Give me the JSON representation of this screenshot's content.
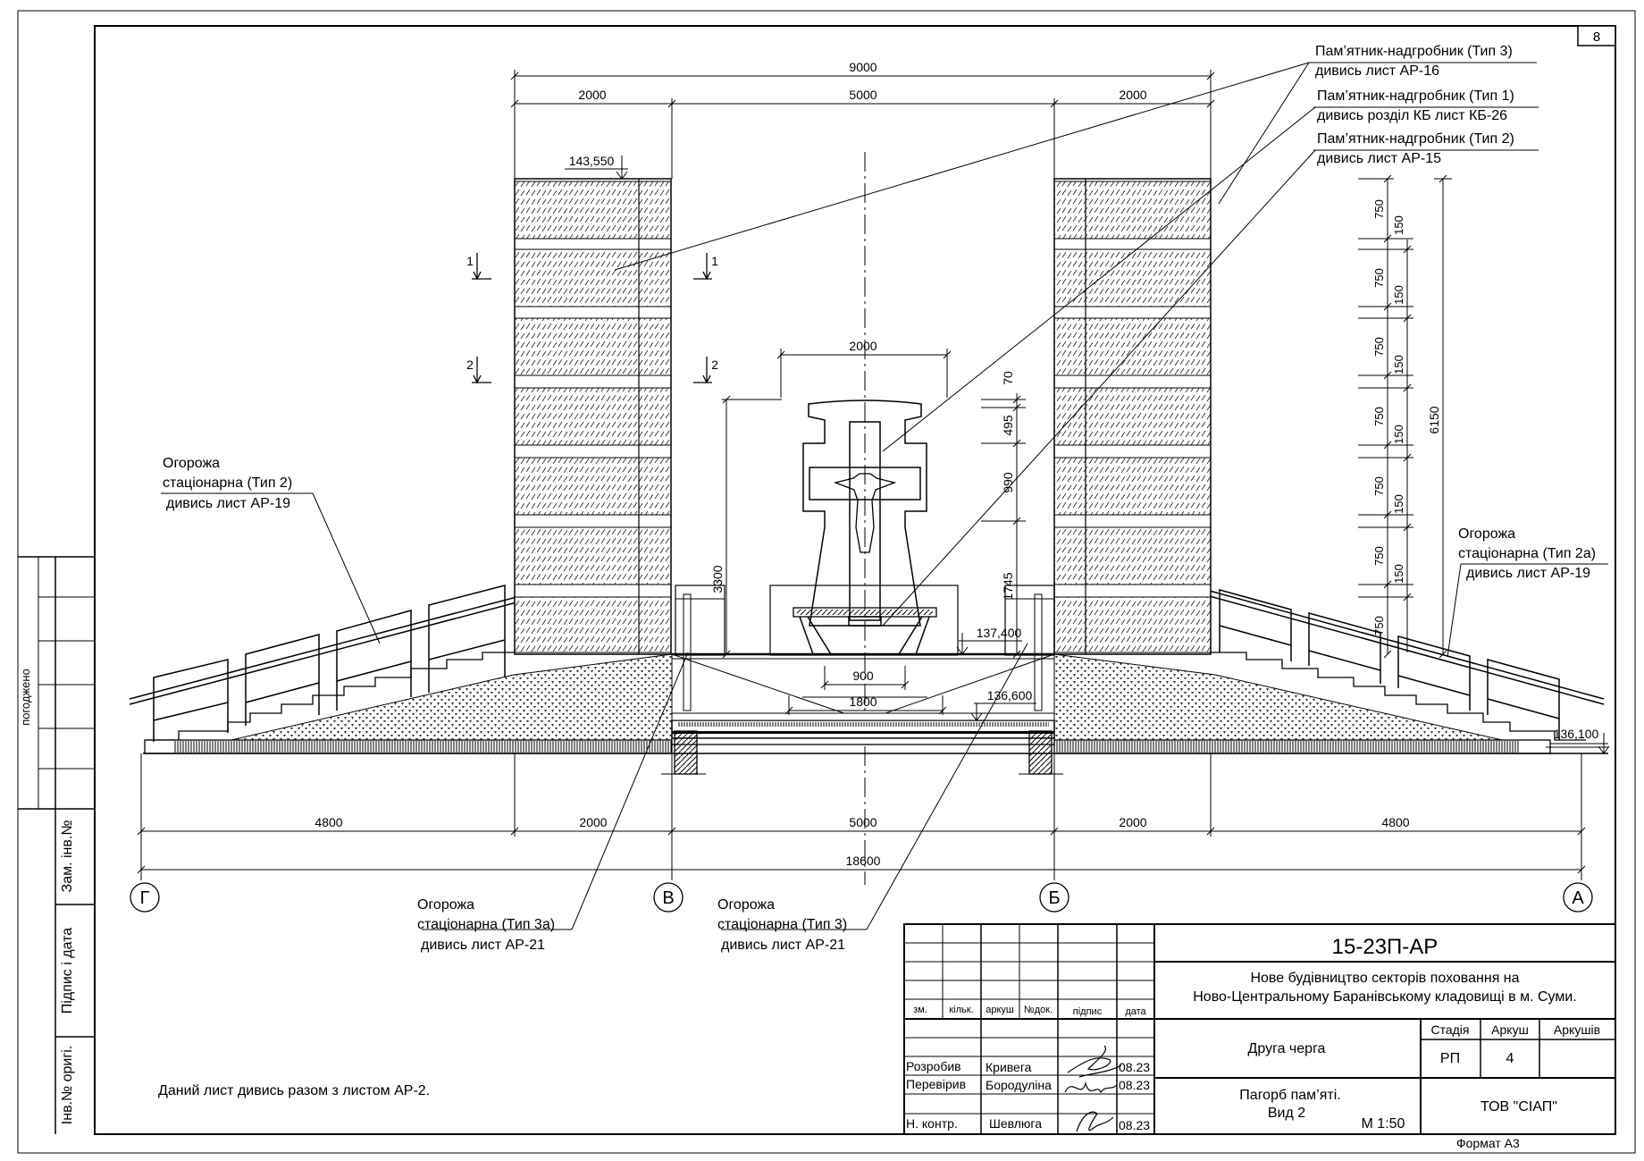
{
  "sheet": {
    "number": "8",
    "note": "Даний лист дивись разом з листом АР-2.",
    "format_label": "Формат А3"
  },
  "left_strip": {
    "approved": "погоджено",
    "inv_replace": "Зам. інв.№",
    "sign_date": "Підпис і дата",
    "inv_orig": "Інв.№ оригі."
  },
  "dims": {
    "top_total": "9000",
    "top_left": "2000",
    "top_mid": "5000",
    "top_right": "2000",
    "cross_width": "2000",
    "base_900": "900",
    "base_1800": "1800",
    "bottom_left": "4800",
    "bottom_2000_l": "2000",
    "bottom_mid": "5000",
    "bottom_2000_r": "2000",
    "bottom_right": "4800",
    "bottom_total": "18600",
    "h_3300": "3300",
    "h_70": "70",
    "h_495": "495",
    "h_990": "990",
    "h_1745": "1745",
    "h_6150": "6150",
    "h_750": "750",
    "h_150": "150"
  },
  "elevations": {
    "top": "143,550",
    "platform": "137,400",
    "step": "136,600",
    "ground": "136,100"
  },
  "sections": {
    "s1": "1",
    "s2": "2"
  },
  "axes": {
    "g": "Г",
    "v": "В",
    "b": "Б",
    "a": "А"
  },
  "callouts": {
    "type3_title": "Пам’ятник-надгробник (Тип 3)",
    "type3_ref": "дивись лист АР-16",
    "type1_title": "Пам’ятник-надгробник (Тип 1)",
    "type1_ref": "дивись розділ КБ лист КБ-26",
    "type2_title": "Пам’ятник-надгробник (Тип 2)",
    "type2_ref": "дивись лист АР-15",
    "fence2_l1": "Огорожа",
    "fence2_l2": "стаціонарна (Тип 2)",
    "fence2_ref": "дивись лист АР-19",
    "fence2a_l1": "Огорожа",
    "fence2a_l2": "стаціонарна (Тип 2а)",
    "fence2a_ref": "дивись лист АР-19",
    "fence3a_l1": "Огорожа",
    "fence3a_l2": "стаціонарна (Тип 3а)",
    "fence3a_ref": "дивись лист АР-21",
    "fence3_l1": "Огорожа",
    "fence3_l2": "стаціонарна (Тип 3)",
    "fence3_ref": "дивись лист АР-21"
  },
  "title_block": {
    "code": "15-23П-АР",
    "project_line1": "Нове будівництво секторів поховання на",
    "project_line2": "Ново-Центральному Баранівському  кладовищі в м. Суми.",
    "phase": "Друга черга",
    "sheet_title_1": "Пагорб пам’яті.",
    "sheet_title_2": "Вид 2",
    "scale": "М 1:50",
    "company": "ТОВ \"СІАП\"",
    "stage_label": "Стадія",
    "sheet_label": "Аркуш",
    "sheets_label": "Аркушів",
    "stage_value": "РП",
    "sheet_value": "4",
    "sheets_value": "",
    "col_zm": "зм.",
    "col_kilk": "кільк.",
    "col_arkush": "аркуш",
    "col_ndok": "№док.",
    "col_pidpys": "підпис",
    "col_data": "дата",
    "rows": [
      {
        "role": "Розробив",
        "name": "Кривега",
        "date": "08.23"
      },
      {
        "role": "Перевірив",
        "name": "Бородуліна",
        "date": "08.23"
      },
      {
        "role": "Н. контр.",
        "name": "Шевлюга",
        "date": "08.23"
      }
    ]
  }
}
